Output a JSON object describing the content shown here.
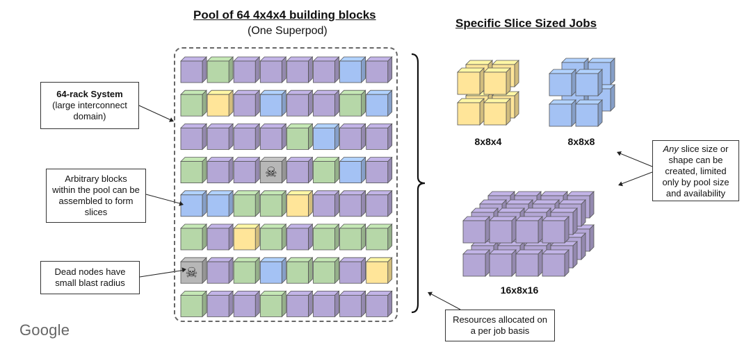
{
  "title": "Pool of 64 4x4x4 building blocks",
  "subtitle": "(One Superpod)",
  "right_title": "Specific Slice Sized Jobs",
  "colors": {
    "purple": "#b4a7d6",
    "green": "#b6d7a8",
    "blue": "#a4c2f4",
    "yellow": "#ffe599",
    "dead": "#b7b7b7"
  },
  "pool_grid": [
    [
      "purple",
      "green",
      "purple",
      "purple",
      "purple",
      "purple",
      "blue",
      "purple"
    ],
    [
      "green",
      "yellow",
      "purple",
      "blue",
      "purple",
      "purple",
      "green",
      "blue"
    ],
    [
      "purple",
      "purple",
      "purple",
      "purple",
      "green",
      "blue",
      "purple",
      "purple"
    ],
    [
      "green",
      "purple",
      "purple",
      "dead",
      "purple",
      "green",
      "blue",
      "purple"
    ],
    [
      "blue",
      "blue",
      "green",
      "green",
      "yellow",
      "purple",
      "purple",
      "purple"
    ],
    [
      "green",
      "purple",
      "yellow",
      "green",
      "purple",
      "green",
      "green",
      "green"
    ],
    [
      "dead",
      "purple",
      "green",
      "blue",
      "green",
      "green",
      "purple",
      "yellow"
    ],
    [
      "green",
      "purple",
      "purple",
      "green",
      "purple",
      "purple",
      "purple",
      "purple"
    ]
  ],
  "callouts": {
    "system_bold": "64-rack System",
    "system_text": "(large interconnect domain)",
    "arbitrary": "Arbitrary blocks within the pool can be assembled to form slices",
    "dead": "Dead nodes have small blast radius",
    "any_italic": "Any",
    "any_text": "slice size or shape can be created, limited only by pool size and availability",
    "resources": "Resources allocated on a per job basis"
  },
  "slices": {
    "s1": "8x8x4",
    "s2": "8x8x8",
    "s3": "16x8x16"
  },
  "logo": "Google"
}
